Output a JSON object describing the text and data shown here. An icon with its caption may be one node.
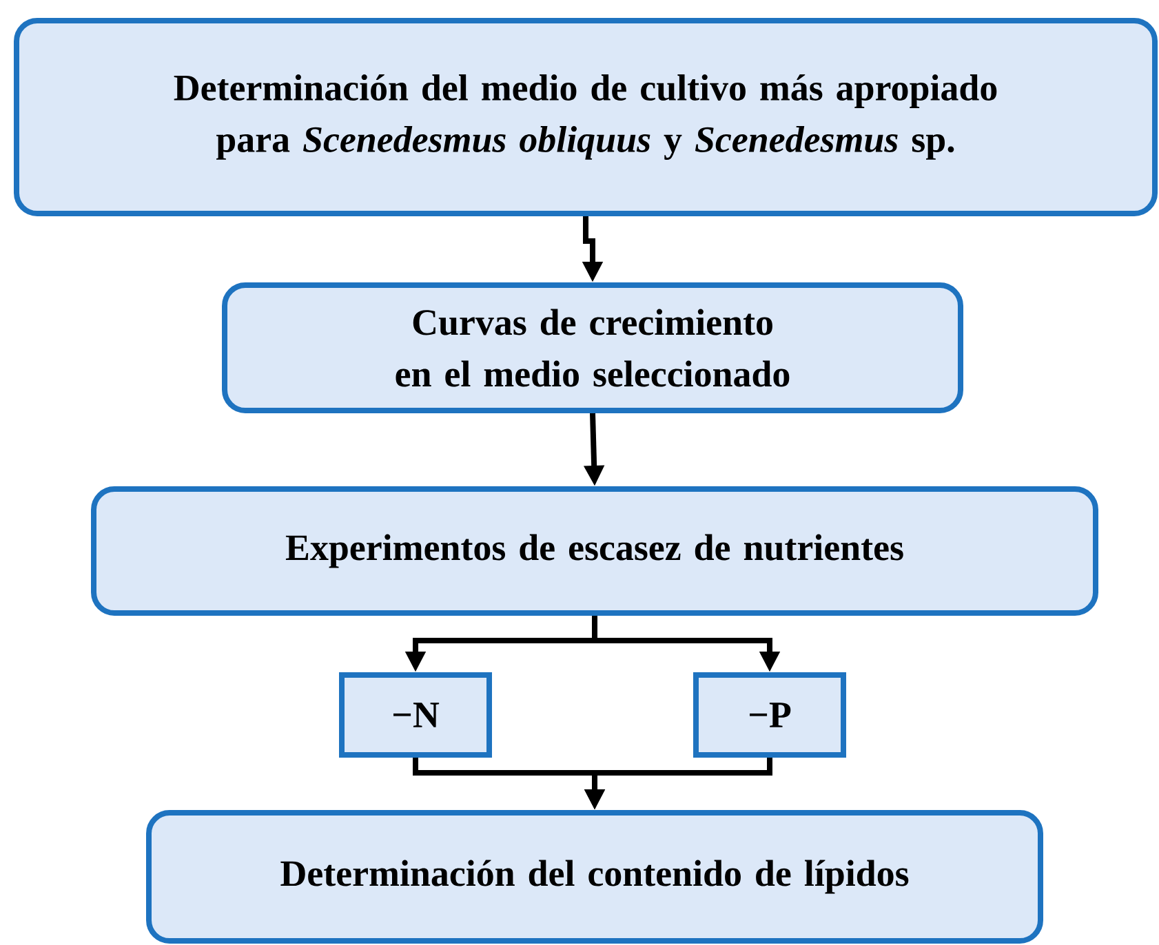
{
  "diagram": {
    "nodes": [
      {
        "text": [
          "Determinación del medio de cultivo más apropiado para *Scenedesmus obliquus* y *Scenedesmus* sp."
        ]
      },
      {
        "text": [
          "Curvas de crecimiento en el medio seleccionado"
        ]
      },
      {
        "text": [
          "Experimentos de escasez de nutrientes"
        ]
      },
      {
        "text": [
          "−N"
        ]
      },
      {
        "text": [
          "−P"
        ]
      },
      {
        "text": [
          "Determinación del contenido de lípidos"
        ]
      }
    ],
    "edges": [
      {
        "from": 0,
        "to": 1,
        "arrow": "to"
      },
      {
        "from": 1,
        "to": 2,
        "arrow": "to"
      },
      {
        "from": 2,
        "to": 3,
        "arrow": "to"
      },
      {
        "from": 2,
        "to": 4,
        "arrow": "to"
      },
      {
        "from": 3,
        "to": 5,
        "arrow": "to"
      },
      {
        "from": 4,
        "to": 5,
        "arrow": "to"
      }
    ]
  }
}
